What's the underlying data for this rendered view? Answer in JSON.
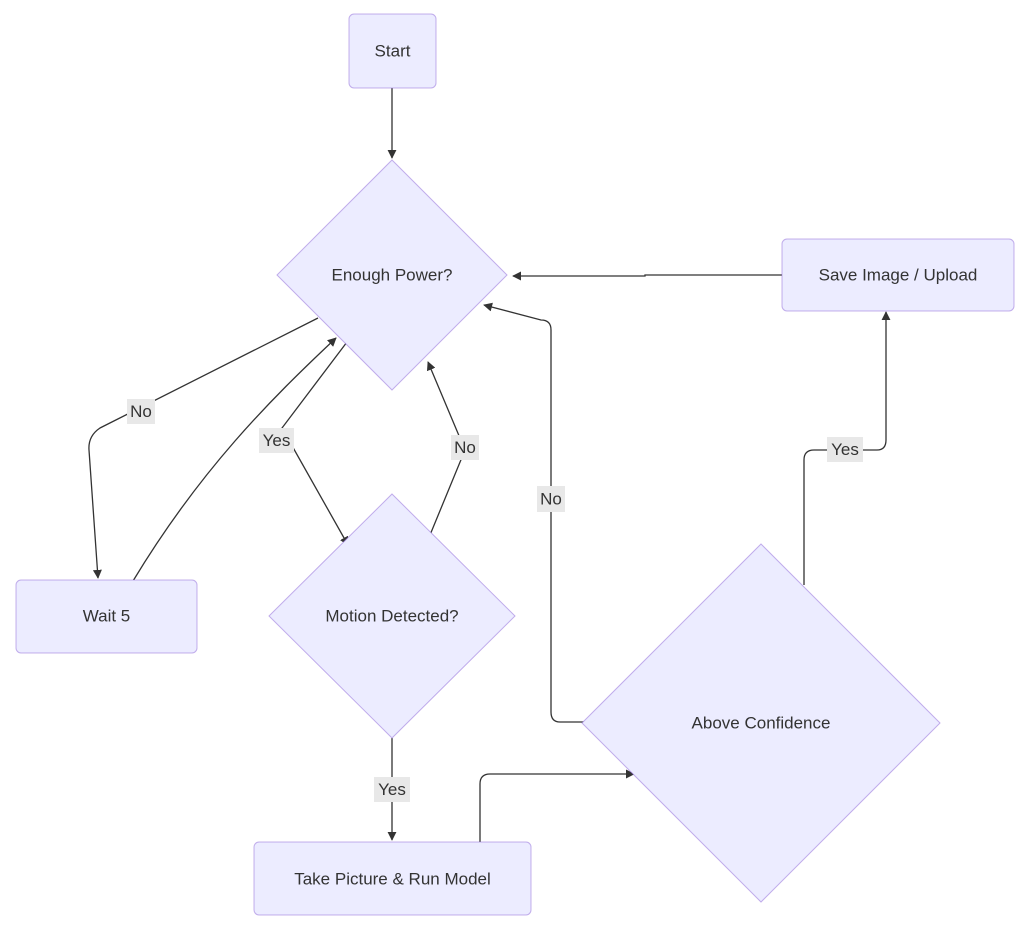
{
  "nodes": {
    "start": "Start",
    "enough_power": "Enough Power?",
    "wait": "Wait 5",
    "motion_detected": "Motion Detected?",
    "take_picture": "Take Picture & Run Model",
    "above_confidence": "Above Confidence",
    "save_upload": "Save Image / Upload"
  },
  "edge_labels": {
    "power_no": "No",
    "power_yes": "Yes",
    "motion_no": "No",
    "motion_yes": "Yes",
    "confidence_no": "No",
    "confidence_yes": "Yes"
  },
  "colors": {
    "node_fill": "#ececff",
    "node_stroke": "#9370db",
    "edge": "#333333",
    "label_bg": "#e8e8e8"
  }
}
